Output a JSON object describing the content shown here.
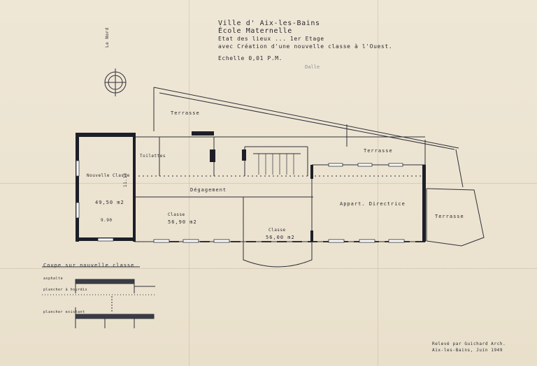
{
  "title_block": {
    "town": "Ville d' Aix-les-Bains",
    "school": "École Maternelle",
    "state": "Etat des lieux ... 1er Etage",
    "creation": "avec Création d'une nouvelle classe à l'Ouest.",
    "scale": "Echelle 0,01 P.M.",
    "pencil_note": "Dalle"
  },
  "north": {
    "label": "Le Nord"
  },
  "rooms": {
    "terrasse_top": "Terrasse",
    "terrasse_mid": "Terrasse",
    "terrasse_right": "Terrasse",
    "toilettes": "Toilettes",
    "nouvelle_classe_name": "Nouvelle Classe",
    "nouvelle_classe_area": "49,50 m2",
    "dim_width": "9.90",
    "dim_depth": "11.13",
    "degagement": "Dégagement",
    "classe1_name": "Classe",
    "classe1_area": "56,90 m2",
    "classe2_name": "Classe",
    "classe2_area": "56,00 m2",
    "appartement": "Appart. Directrice"
  },
  "section": {
    "title": "Coupe sur nouvelle classe",
    "asphalte": "asphalte",
    "plancher": "plancher à hourdis",
    "plancher2": "plancher existant"
  },
  "credit": {
    "line1": "Relevé par Guichard Arch.",
    "line2": "Aix-les-Bains, Juin 1949"
  }
}
